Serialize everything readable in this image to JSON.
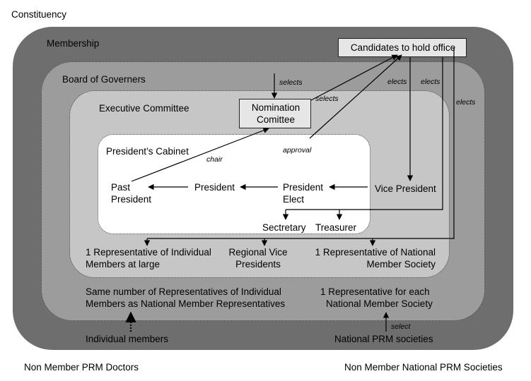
{
  "zones": {
    "constituency": "Constituency",
    "membership": "Membership",
    "board": "Board of Governers",
    "executive": "Executive Committee",
    "cabinet": "President’s Cabinet"
  },
  "nodes": {
    "candidates": "Candidates to hold office",
    "nomination_line1": "Nomination",
    "nomination_line2": "Comittee",
    "past_line1": "Past",
    "past_line2": "President",
    "president": "President",
    "elect_line1": "President",
    "elect_line2": "Elect",
    "vice": "Vice President",
    "secretary": "Sectretary",
    "treasurer": "Treasurer",
    "rep_indiv_line1": "1 Representative of Individual",
    "rep_indiv_line2": "Members at large",
    "regional_line1": "Regional Vice",
    "regional_line2": "Presidents",
    "rep_nat_line1": "1 Representative of National",
    "rep_nat_line2": "Member Society",
    "same_line1": "Same number of Representatives of Individual",
    "same_line2": "Members as National Member Representatives",
    "each_line1": "1 Representative for each",
    "each_line2": "National Member Society",
    "individual": "Individual members",
    "national": "National PRM societies",
    "non_doctors": "Non Member PRM Doctors",
    "non_societies": "Non Member National PRM Societies"
  },
  "edge_labels": {
    "selects_top": "selects",
    "selects_mid": "selects",
    "elects_1": "elects",
    "elects_2": "elects",
    "elects_3": "elects",
    "approval": "approval",
    "chair": "chair",
    "select": "select"
  },
  "colors": {
    "membership": "#6e6e6e",
    "board": "#9c9c9c",
    "executive": "#c6c6c6",
    "cabinet": "#ffffff",
    "box": "#e6e6e6"
  }
}
